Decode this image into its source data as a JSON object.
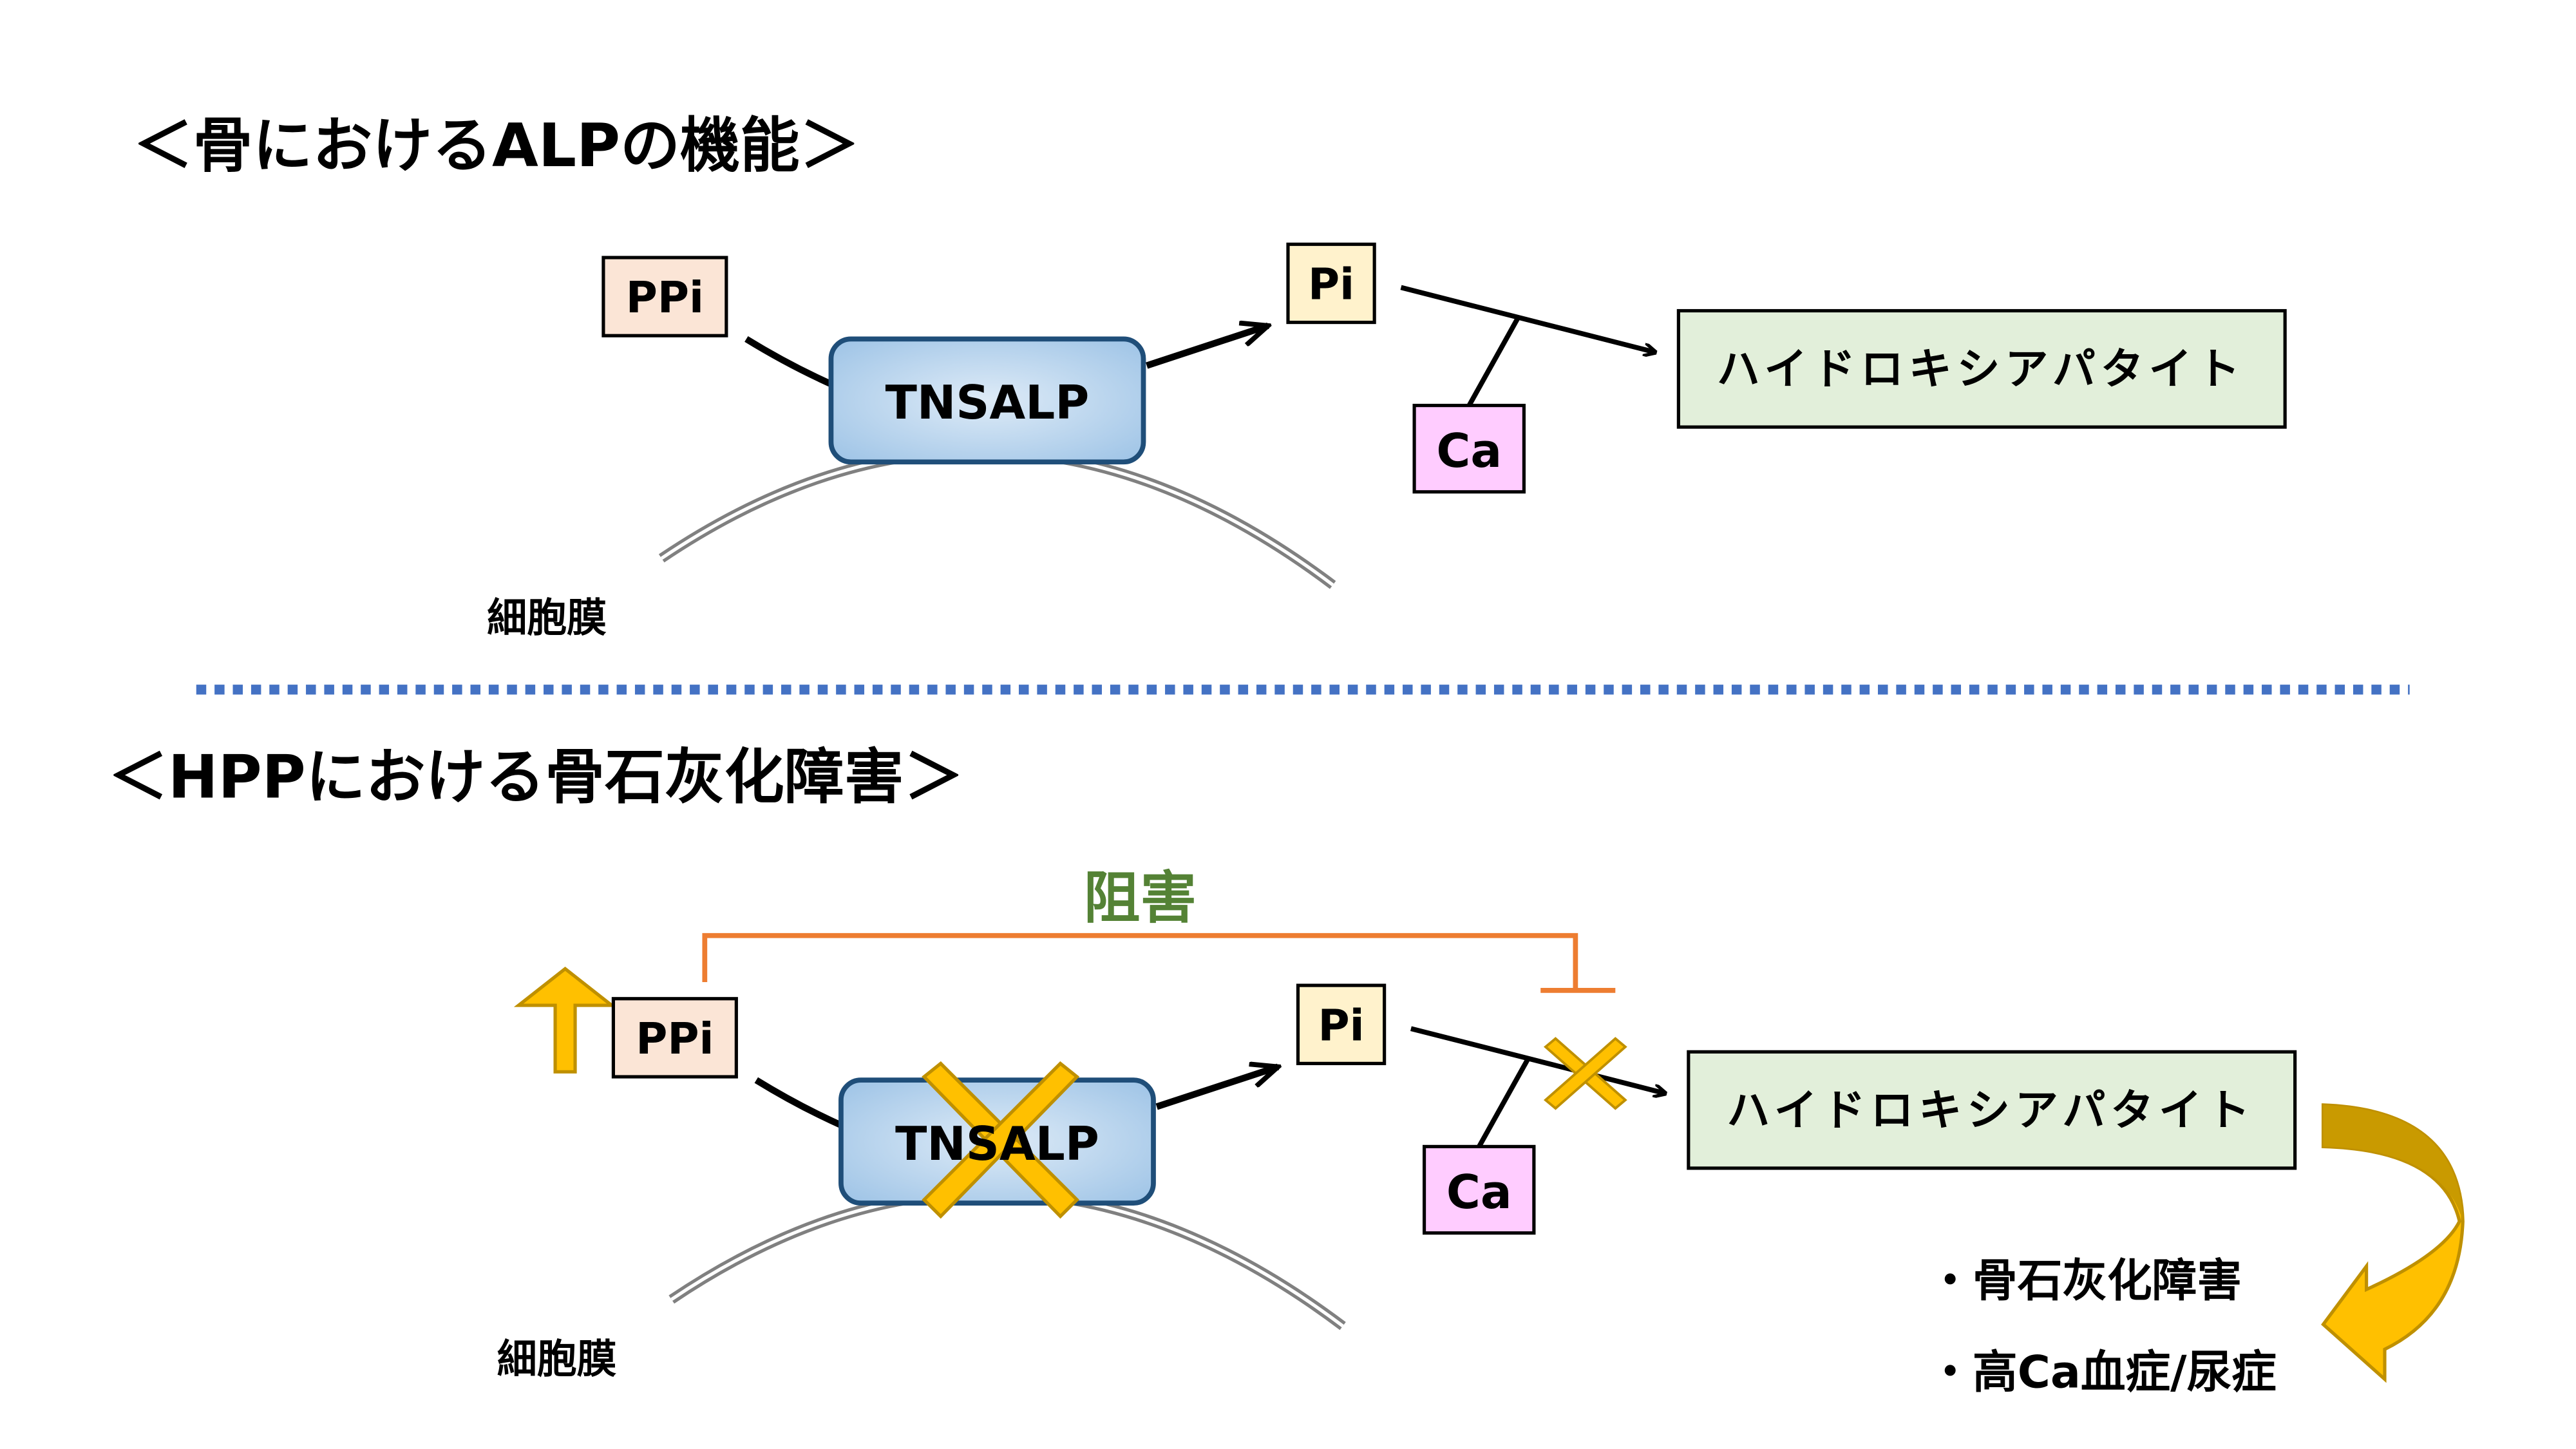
{
  "section1": {
    "title": "＜骨におけるALPの機能＞",
    "ppi": "PPi",
    "enzyme": "TNSALP",
    "pi": "Pi",
    "ca": "Ca",
    "product": "ハイドロキシアパタイト",
    "membrane": "細胞膜"
  },
  "section2": {
    "title": "＜HPPにおける骨石灰化障害＞",
    "inhibition": "阻害",
    "ppi": "PPi",
    "enzyme": "TNSALP",
    "pi": "Pi",
    "ca": "Ca",
    "product": "ハイドロキシアパタイト",
    "membrane": "細胞膜",
    "consequences": [
      "・骨石灰化障害",
      "・高Ca血症/尿症"
    ]
  },
  "colors": {
    "divider": "#4472C4",
    "inhibition_text": "#548235",
    "inhibition_line": "#ED7D31",
    "ppi_fill": "#FBE5D6",
    "pi_fill": "#FFF2CC",
    "ca_fill": "#FFCCFF",
    "product_fill": "#E2EFDA",
    "enzyme_fill": "#BDD7EE",
    "enzyme_border": "#1F4E79",
    "cross": "#FFC000",
    "cross_border": "#BF9000"
  }
}
